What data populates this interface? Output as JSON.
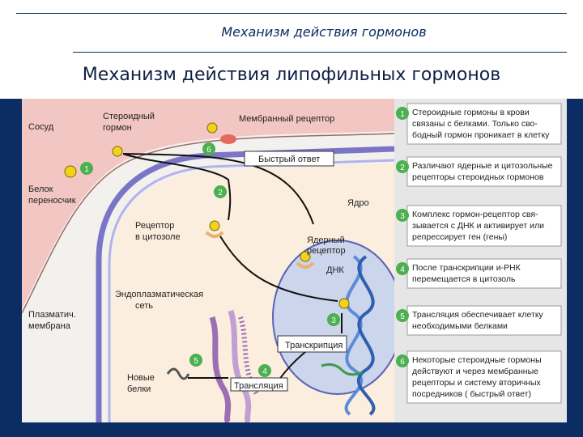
{
  "header": {
    "subtitle": "Механизм  действия гормонов",
    "title": "Механизм действия липофильных гормонов"
  },
  "diagram": {
    "labels": {
      "vessel": "Сосуд",
      "steroid1": "Стероидный",
      "steroid2": "гормон",
      "membrane_receptor": "Мембранный рецептор",
      "fast_response": "Быстрый ответ",
      "carrier1": "Белок",
      "carrier2": "переносчик",
      "nucleus": "Ядро",
      "cyto_receptor1": "Рецептор",
      "cyto_receptor2": "в цитозоле",
      "nuclear_receptor1": "Ядерный",
      "nuclear_receptor2": "рецептор",
      "dna": "ДНК",
      "er1": "Эндоплазматическая",
      "er2": "сеть",
      "plasma1": "Плазматич.",
      "plasma2": "мембрана",
      "transcription": "Транскрипция",
      "translation": "Трансляция",
      "new_proteins1": "Новые",
      "new_proteins2": "белки"
    },
    "steps": [
      "1",
      "2",
      "3",
      "4",
      "5",
      "6"
    ]
  },
  "legend": [
    {
      "num": "1",
      "lines": [
        "Стероидные гормоны в крови",
        "связаны с белками. Только сво-",
        "бодный гормон проникает в клетку"
      ]
    },
    {
      "num": "2",
      "lines": [
        "Различают ядерные и цитозольные",
        "рецепторы стероидных гормонов"
      ]
    },
    {
      "num": "3",
      "lines": [
        "Комплекс гормон-рецептор свя-",
        "зывается с ДНК и активирует или",
        "репрессирует ген (гены)"
      ]
    },
    {
      "num": "4",
      "lines": [
        "После транскрипции и-РНК",
        "перемещается в цитозоль"
      ]
    },
    {
      "num": "5",
      "lines": [
        "Трансляция обеспечивает клетку",
        "необходимыми белками"
      ]
    },
    {
      "num": "6",
      "lines": [
        "Некоторые стероидные гормоны",
        "действуют и через мембранные",
        "рецепторы и систему вторичных",
        "посредников ( быстрый ответ)"
      ]
    }
  ],
  "colors": {
    "step_badge": "#4caf50",
    "vessel": "#f2c6c2",
    "nucleus": "#cbd5ec",
    "hormone": "#f3d21b",
    "receptor": "#e9b36b"
  }
}
